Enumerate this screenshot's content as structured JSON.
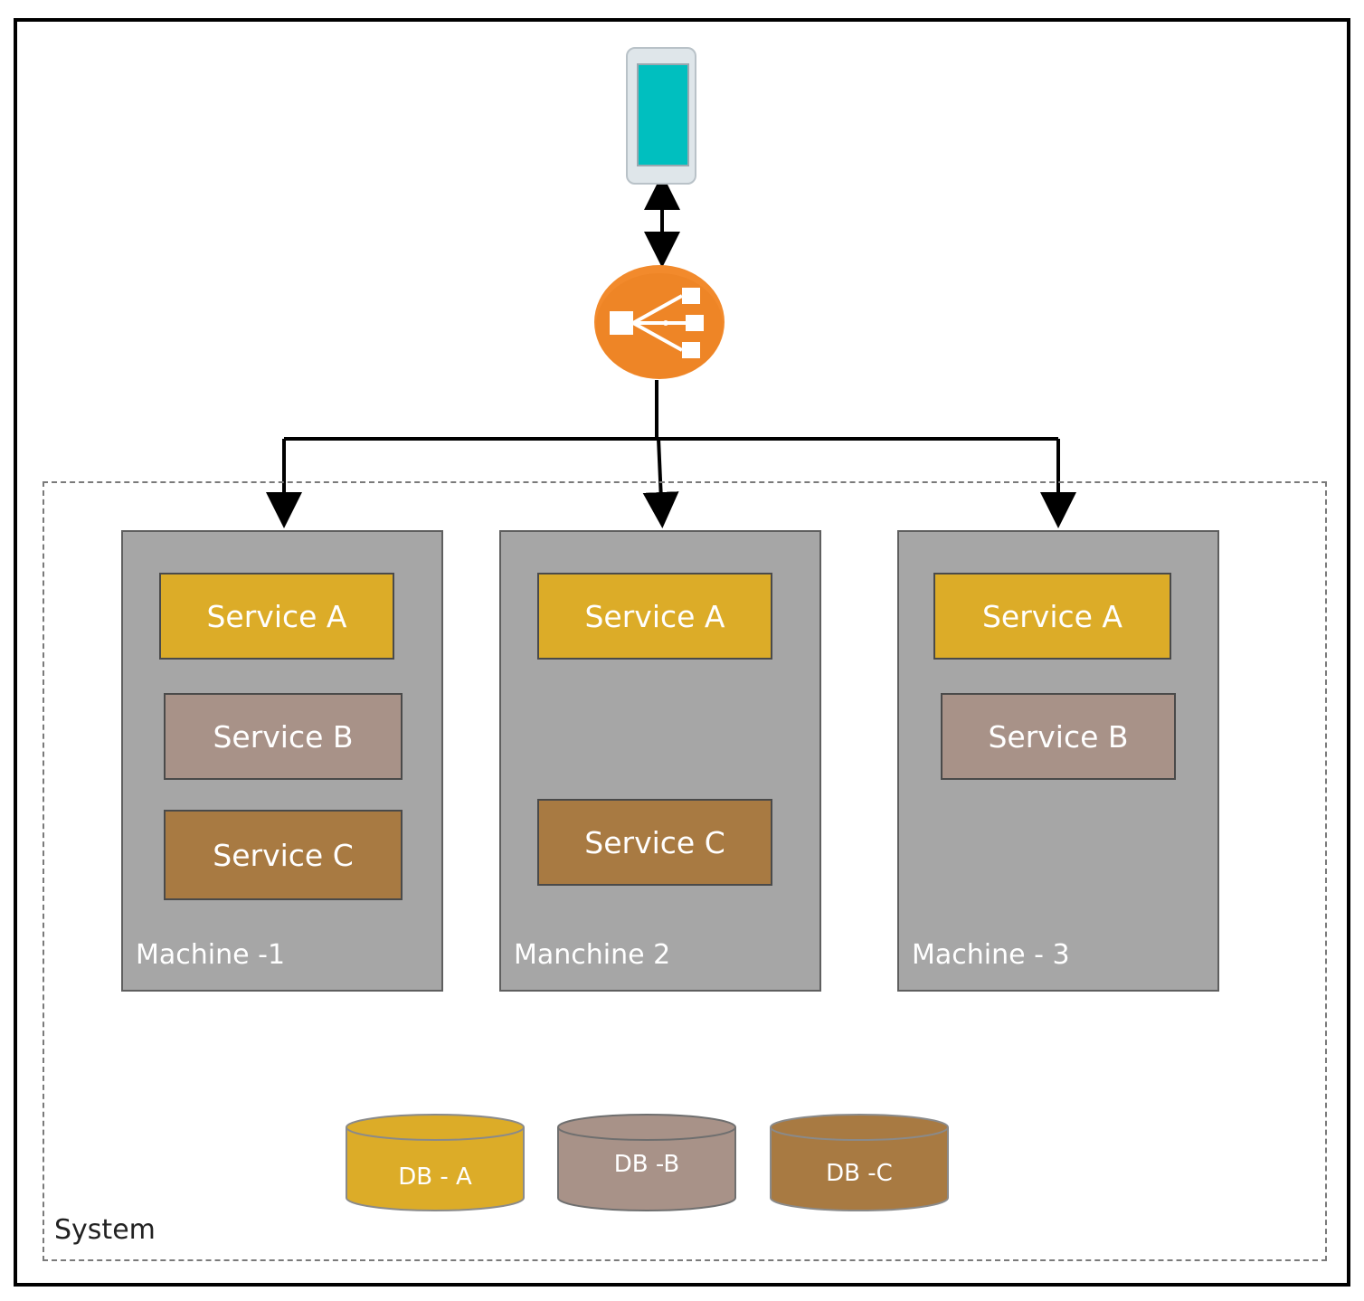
{
  "diagram": {
    "system_label": "System",
    "colors": {
      "service_a": "#dcac28",
      "service_b": "#a89288",
      "service_c": "#a87a42",
      "machine": "#a6a6a6",
      "load_balancer": "#f28a2c",
      "phone_screen": "#00bfbf"
    },
    "client": {
      "icon": "mobile-phone-icon"
    },
    "load_balancer": {
      "icon": "load-balancer-icon"
    },
    "machines": [
      {
        "label": "Machine -1",
        "services": [
          "Service A",
          "Service B",
          "Service C"
        ]
      },
      {
        "label": "Manchine 2",
        "services": [
          "Service A",
          "Service C"
        ]
      },
      {
        "label": "Machine - 3",
        "services": [
          "Service A",
          "Service B"
        ]
      }
    ],
    "databases": [
      {
        "label": "DB - A",
        "color": "#dcac28"
      },
      {
        "label": "DB -B",
        "color": "#a89288"
      },
      {
        "label": "DB -C",
        "color": "#a87a42"
      }
    ]
  }
}
